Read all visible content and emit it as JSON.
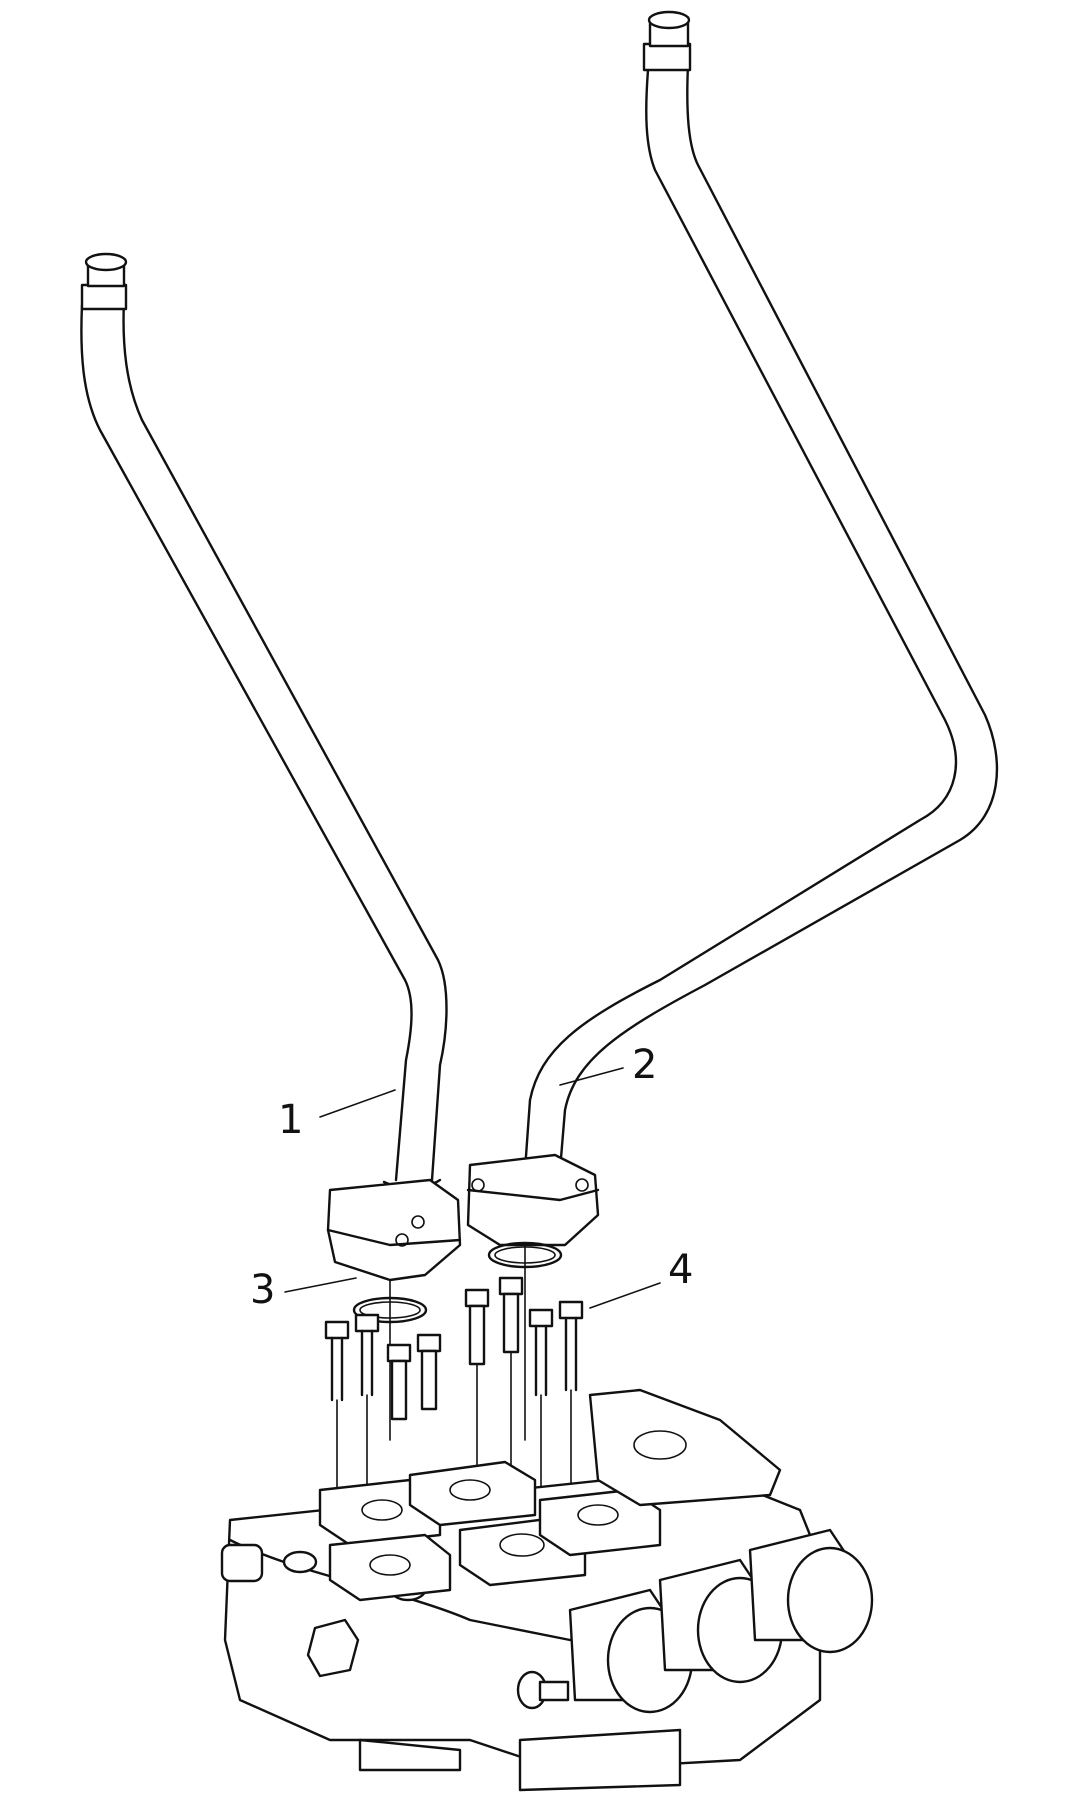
{
  "callouts": [
    {
      "id": "1",
      "part": "pipe-left"
    },
    {
      "id": "2",
      "part": "pipe-right"
    },
    {
      "id": "3",
      "part": "o-ring"
    },
    {
      "id": "4",
      "part": "flange-bolt"
    }
  ]
}
